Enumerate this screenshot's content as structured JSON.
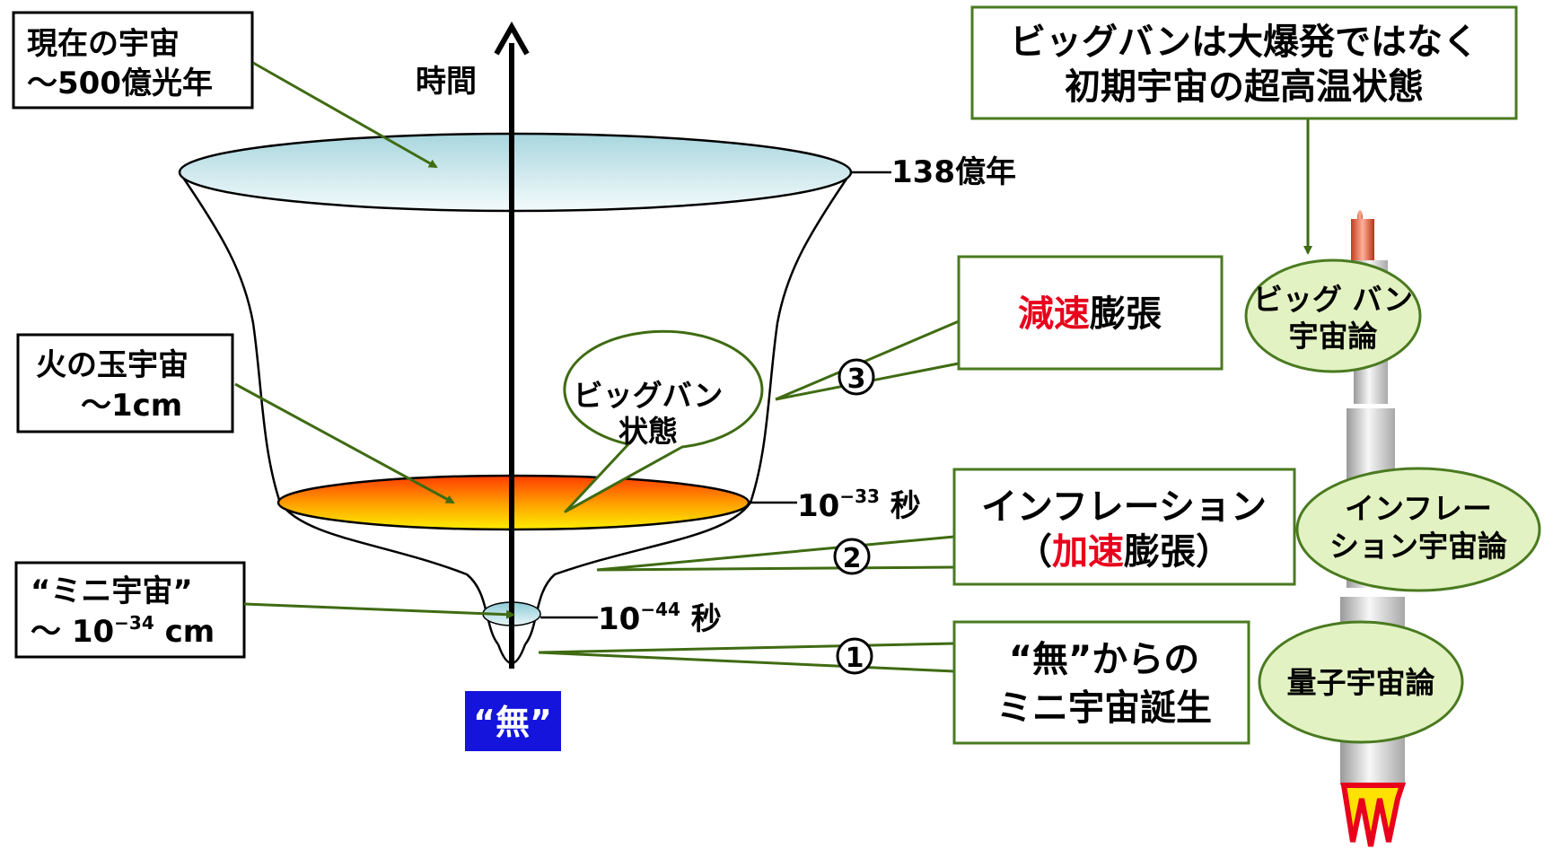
{
  "time_axis_label": "時間",
  "labels_left": {
    "current_universe": [
      "現在の宇宙",
      "～500億光年"
    ],
    "fireball_universe": [
      "火の玉宇宙",
      "～1cm"
    ],
    "mini_universe": {
      "line1": "“ミニ宇宙”",
      "line2_prefix": "～ 10",
      "line2_exp": "−34",
      "line2_suffix": " cm"
    }
  },
  "time_marks": {
    "t_138": "138億年",
    "t_33": {
      "base": "10",
      "exp": "−33",
      "unit": " 秒"
    },
    "t_44": {
      "base": "10",
      "exp": "−44",
      "unit": " 秒"
    }
  },
  "bigbang_state_bubble": [
    "ビッグバン",
    "状態"
  ],
  "nothing_label": "“無”",
  "top_box": [
    "ビッグバンは大爆発ではなく",
    "初期宇宙の超高温状態"
  ],
  "stages": [
    {
      "number": "①",
      "lines": [
        [
          "“無”からの"
        ],
        [
          "ミニ宇宙誕生"
        ]
      ]
    },
    {
      "number": "②",
      "line1": "インフレーション",
      "line2_open": "（",
      "line2_red": "加速",
      "line2_rest": "膨張）"
    },
    {
      "number": "③",
      "red": "減速",
      "rest": "膨張"
    }
  ],
  "theories": [
    [
      "ビッグ バン",
      "宇宙論"
    ],
    [
      "インフレー",
      "ション宇宙論"
    ],
    [
      "量子宇宙論"
    ]
  ],
  "colors": {
    "arrow_green": "#3f6b12",
    "box_border_green": "#4a7a20",
    "theory_fill": "#e2f2c2",
    "nothing_fill": "#1414dd",
    "emphasis_red": "#e8001c"
  }
}
